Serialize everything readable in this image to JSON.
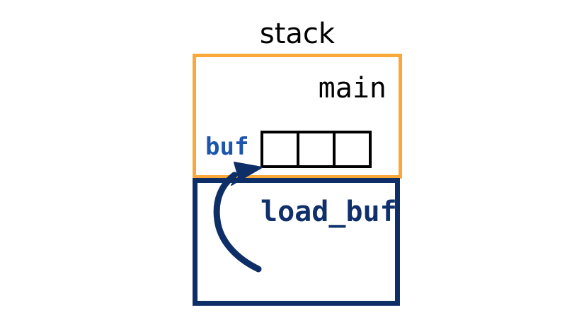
{
  "diagram": {
    "title": "stack",
    "frames": [
      {
        "name": "main",
        "label": "main",
        "border_color": "#f9a93a"
      },
      {
        "name": "load_buf",
        "label": "load_buf",
        "border_color": "#0e2e68"
      }
    ],
    "variable": {
      "label": "buf",
      "label_color": "#1b55ad",
      "cell_count": 3,
      "cells": [
        "",
        "",
        ""
      ],
      "cell_border_color": "#000000"
    },
    "arrow": {
      "name": "load-buf-writes-to-buf-arrow",
      "color": "#0e2e68",
      "from": "load_buf frame",
      "to": "buf array"
    },
    "colors": {
      "orange": "#f9a93a",
      "navy": "#0e2e68",
      "blue": "#1b55ad",
      "black": "#000000",
      "background": "#ffffff"
    }
  }
}
